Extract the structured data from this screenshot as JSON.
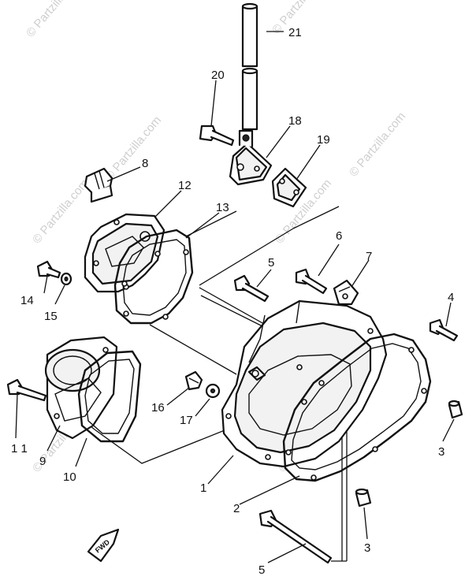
{
  "watermark": "© Partzilla.com",
  "fwd_label": "FWD",
  "parts": [
    {
      "key": "p1",
      "label": "1"
    },
    {
      "key": "p2",
      "label": "2"
    },
    {
      "key": "p3a",
      "label": "3"
    },
    {
      "key": "p3b",
      "label": "3"
    },
    {
      "key": "p4",
      "label": "4"
    },
    {
      "key": "p5a",
      "label": "5"
    },
    {
      "key": "p5b",
      "label": "5"
    },
    {
      "key": "p6",
      "label": "6"
    },
    {
      "key": "p7",
      "label": "7"
    },
    {
      "key": "p8",
      "label": "8"
    },
    {
      "key": "p9",
      "label": "9"
    },
    {
      "key": "p10",
      "label": "10"
    },
    {
      "key": "p11",
      "label": "1 1"
    },
    {
      "key": "p12",
      "label": "12"
    },
    {
      "key": "p13",
      "label": "13"
    },
    {
      "key": "p14",
      "label": "14"
    },
    {
      "key": "p15",
      "label": "15"
    },
    {
      "key": "p16",
      "label": "16"
    },
    {
      "key": "p17",
      "label": "17"
    },
    {
      "key": "p18",
      "label": "18"
    },
    {
      "key": "p19",
      "label": "19"
    },
    {
      "key": "p20",
      "label": "20"
    },
    {
      "key": "p21",
      "label": "21"
    }
  ]
}
